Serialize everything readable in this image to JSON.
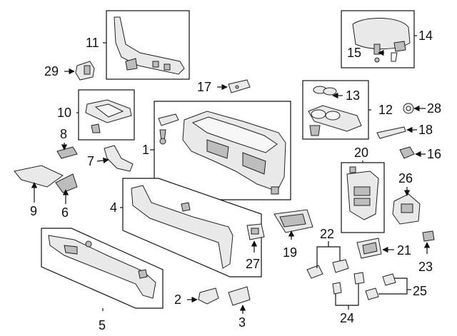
{
  "callouts": {
    "c1": "1",
    "c2": "2",
    "c3": "3",
    "c4": "4",
    "c5": "5",
    "c6": "6",
    "c7": "7",
    "c8": "8",
    "c9": "9",
    "c10": "10",
    "c11": "11",
    "c12": "12",
    "c13": "13",
    "c14": "14",
    "c15": "15",
    "c16": "16",
    "c17": "17",
    "c18": "18",
    "c19": "19",
    "c20": "20",
    "c21": "21",
    "c22": "22",
    "c23": "23",
    "c24": "24",
    "c25": "25",
    "c26": "26",
    "c27": "27",
    "c28": "28",
    "c29": "29"
  }
}
